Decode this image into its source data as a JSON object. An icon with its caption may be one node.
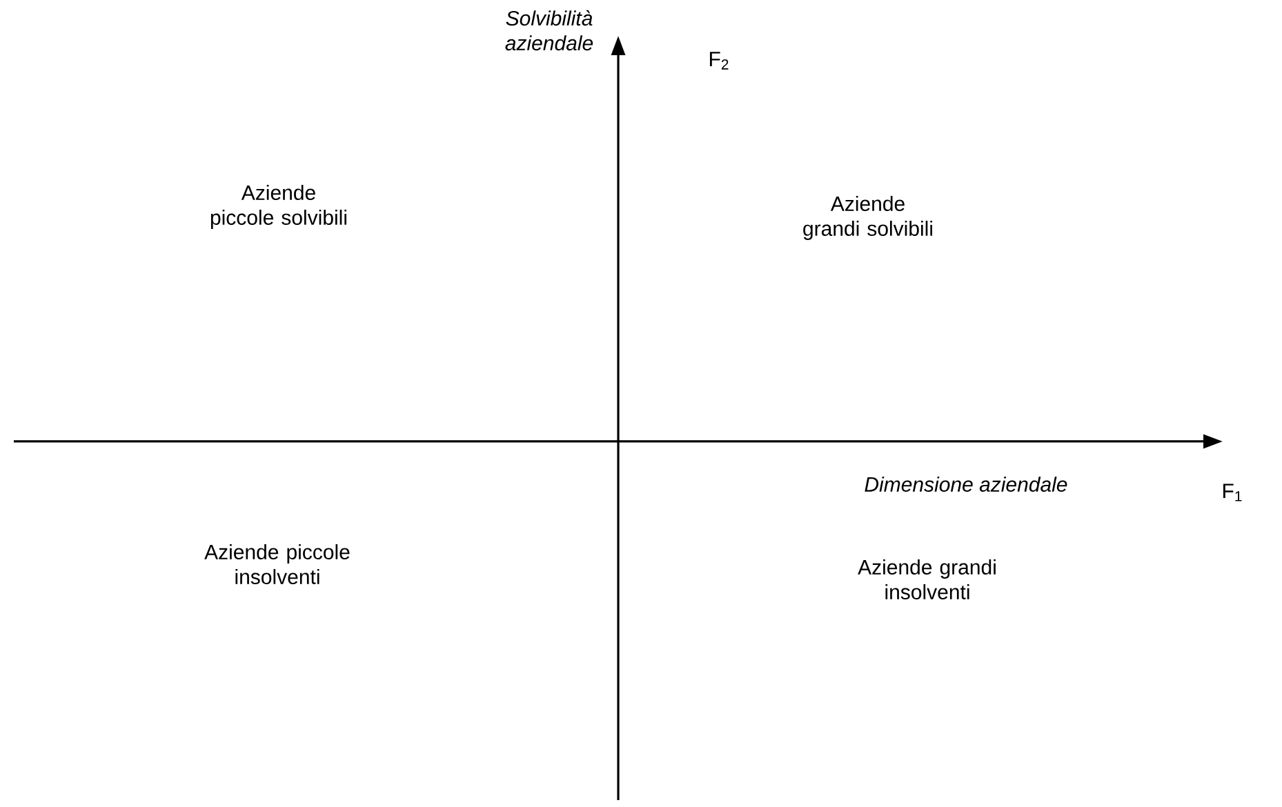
{
  "diagram": {
    "labels": [
      "Solvibilità aziendale",
      "F$_{2}$",
      "Aziende piccole solvibili",
      "Aziende grandi solvibili",
      "Dimensione aziendale",
      "F$_{1}$",
      "Aziende piccole insolventi",
      "Aziende grandi insolventi"
    ]
  }
}
